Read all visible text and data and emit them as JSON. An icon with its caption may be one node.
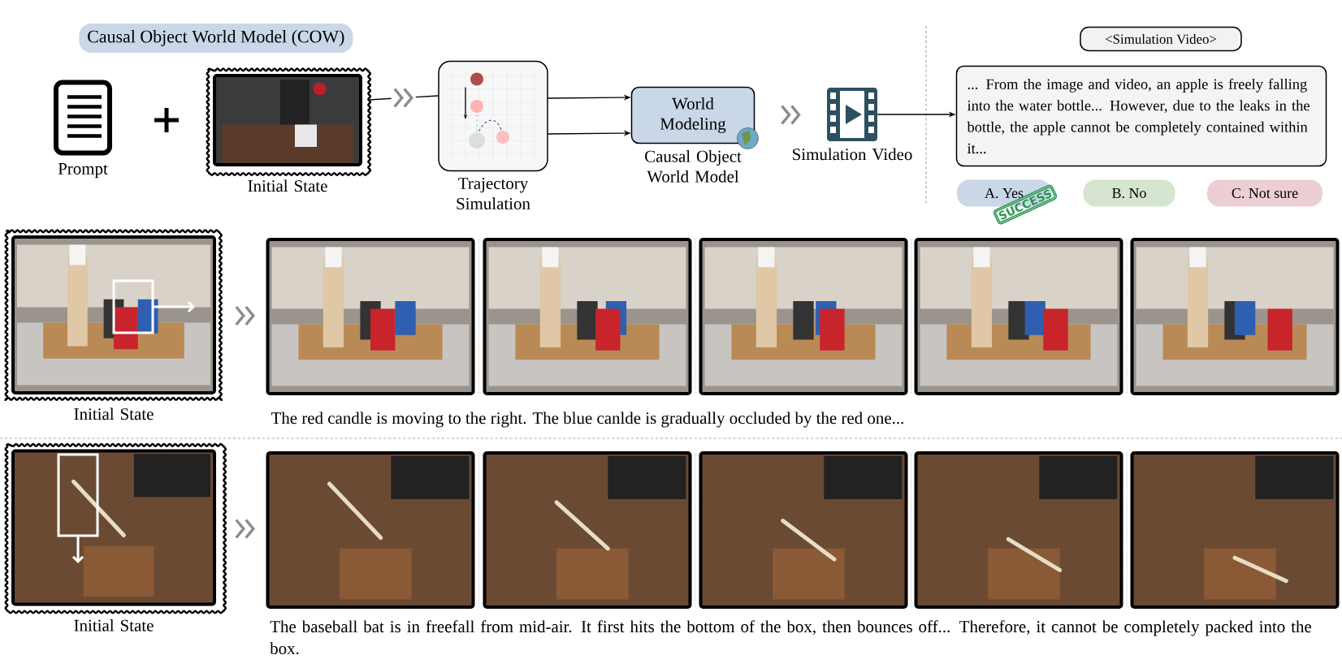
{
  "diagram": {
    "title": "Causal Object World Model (COW)",
    "nodes": [
      {
        "text": [],
        "shape": "picture",
        "beside": [
          "Prompt"
        ]
      },
      {
        "text": [],
        "shape": "picture",
        "beside": [
          "Initial State"
        ]
      },
      {
        "text": [],
        "shape": "picture",
        "beside": [
          "Trajectory Simulation"
        ]
      },
      {
        "text": [
          "World Modeling"
        ],
        "beside": [
          "Causal Object World Model"
        ]
      },
      {
        "text": [],
        "shape": "picture",
        "beside": [
          "Simulation Video"
        ]
      },
      {
        "text": [
          "<Simulation Video>"
        ]
      },
      {
        "text": [
          "... From the image and video, an apple is freely falling into the water bottle... However, due to the leaks in the bottle, the apple cannot be completely contained within it..."
        ]
      },
      {
        "text": [
          "A. Yes"
        ]
      },
      {
        "text": [
          "B. No"
        ]
      },
      {
        "text": [
          "C. Not sure"
        ]
      },
      {
        "text": [],
        "shape": "picture",
        "beside": [
          "Initial State"
        ]
      },
      {
        "text": [],
        "shape": "picture"
      },
      {
        "text": [],
        "shape": "picture"
      },
      {
        "text": [],
        "shape": "picture"
      },
      {
        "text": [],
        "shape": "picture"
      },
      {
        "text": [],
        "shape": "picture"
      },
      {
        "text": [],
        "shape": "picture",
        "beside": [
          "Initial State"
        ]
      },
      {
        "text": [],
        "shape": "picture"
      },
      {
        "text": [],
        "shape": "picture"
      },
      {
        "text": [],
        "shape": "picture"
      },
      {
        "text": [],
        "shape": "picture"
      },
      {
        "text": [],
        "shape": "picture"
      }
    ],
    "edges": [
      {
        "from": 1,
        "to": 2,
        "arrow": "to"
      },
      {
        "from": 2,
        "to": 3,
        "arrow": "to"
      },
      {
        "from": 2,
        "to": 3,
        "arrow": "to"
      },
      {
        "from": 3,
        "to": 4,
        "arrow": "to",
        "color": "#8c8c8c"
      },
      {
        "from": 4,
        "to": 6,
        "arrow": "to"
      },
      {
        "from": 10,
        "to": 11,
        "arrow": "to",
        "color": "#8c8c8c"
      },
      {
        "from": 16,
        "to": 17,
        "arrow": "to",
        "color": "#8c8c8c"
      }
    ],
    "labels": [
      "SUCCESS",
      "The red candle is moving to the right. The blue canlde is gradually occluded by the red one...",
      "The baseball bat is in freefall from mid-air. It first hits the bottom of the box, then bounces off... Therefore, it cannot be completely packed into the box."
    ]
  }
}
